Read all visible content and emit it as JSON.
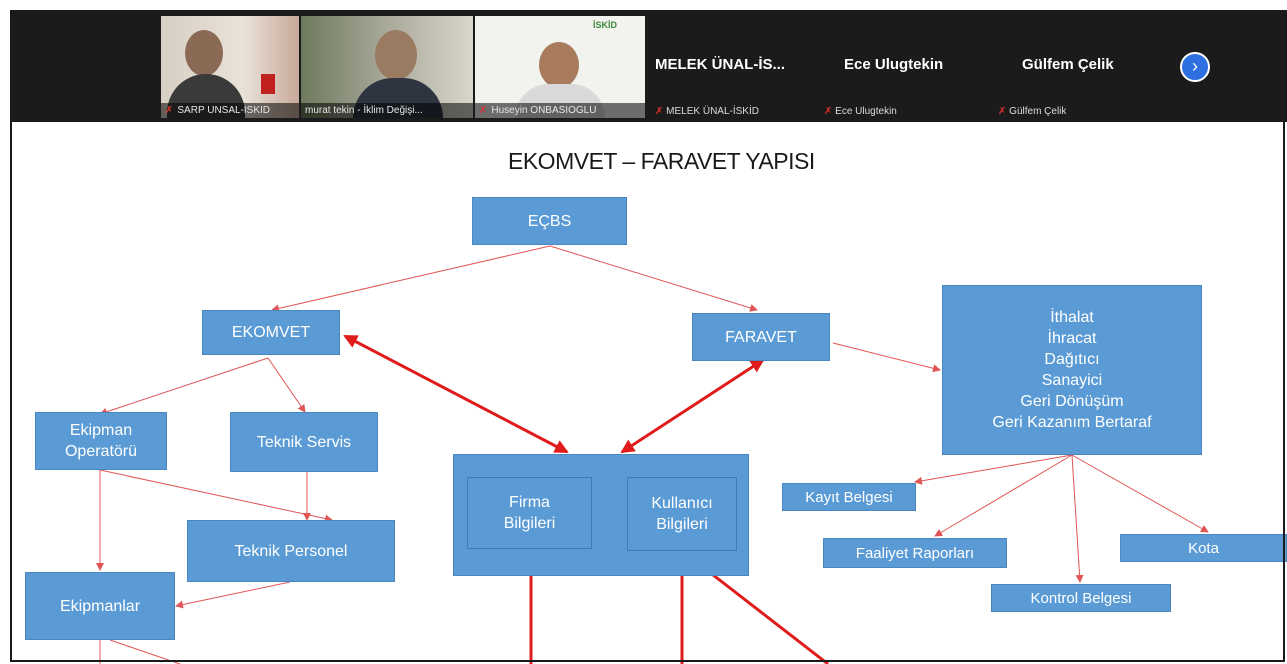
{
  "meeting": {
    "video_tiles": [
      {
        "label": "SARP UNSAL-ISKID"
      },
      {
        "label": "murat tekin - İklim Değişi..."
      },
      {
        "label": "Huseyin ONBASIOGLU"
      }
    ],
    "logo_text": "İSKİD",
    "name_tiles": [
      {
        "display": "MELEK ÜNAL-İS...",
        "label": "MELEK ÜNAL-İSKİD"
      },
      {
        "display": "Ece Ulugtekin",
        "label": "Ece Ulugtekin"
      },
      {
        "display": "Gülfem Çelik",
        "label": "Gülfem Çelik"
      }
    ],
    "next_icon": "›"
  },
  "slide": {
    "title": "EKOMVET – FARAVET YAPISI",
    "nodes": {
      "ecbs": "EÇBS",
      "ekomvet": "EKOMVET",
      "faravet": "FARAVET",
      "categories": [
        "İthalat",
        "İhracat",
        "Dağıtıcı",
        "Sanayici",
        "Geri Dönüşüm",
        "Geri Kazanım Bertaraf"
      ],
      "ekipman_operatoru": [
        "Ekipman",
        "Operatörü"
      ],
      "teknik_servis": "Teknik Servis",
      "teknik_personel": "Teknik Personel",
      "ekipmanlar": "Ekipmanlar",
      "firma_bilgileri": [
        "Firma",
        "Bilgileri"
      ],
      "kullanici_bilgileri": [
        "Kullanıcı",
        "Bilgileri"
      ],
      "kayit_belgesi": "Kayıt Belgesi",
      "faaliyet_raporlari": "Faaliyet Raporları",
      "kota": "Kota",
      "kontrol_belgesi": "Kontrol  Belgesi"
    }
  },
  "colors": {
    "box": "#5b9bd5",
    "arrow_thin": "#e05555",
    "arrow_thick": "#e01b1b",
    "topbar": "#1b1b1b",
    "next_button": "#2d6fe0"
  }
}
